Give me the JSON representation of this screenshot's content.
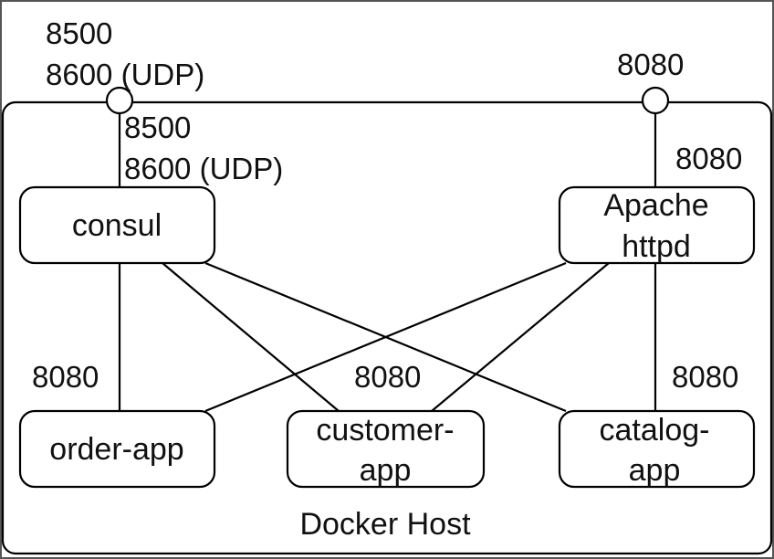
{
  "diagram": {
    "host_label": "Docker Host",
    "external_ports": {
      "consul": [
        "8500",
        "8600 (UDP)"
      ],
      "apache": "8080"
    },
    "internal_ports": {
      "consul": [
        "8500",
        "8600 (UDP)"
      ],
      "apache": "8080",
      "order_app": "8080",
      "customer_app": "8080",
      "catalog_app": "8080"
    },
    "nodes": {
      "consul": [
        "consul"
      ],
      "apache": [
        "Apache",
        "httpd"
      ],
      "order_app": [
        "order-app"
      ],
      "customer_app": [
        "customer-",
        "app"
      ],
      "catalog_app": [
        "catalog-",
        "app"
      ]
    },
    "connections": [
      [
        "consul",
        "order_app"
      ],
      [
        "consul",
        "customer_app"
      ],
      [
        "consul",
        "catalog_app"
      ],
      [
        "apache",
        "order_app"
      ],
      [
        "apache",
        "customer_app"
      ],
      [
        "apache",
        "catalog_app"
      ]
    ]
  }
}
